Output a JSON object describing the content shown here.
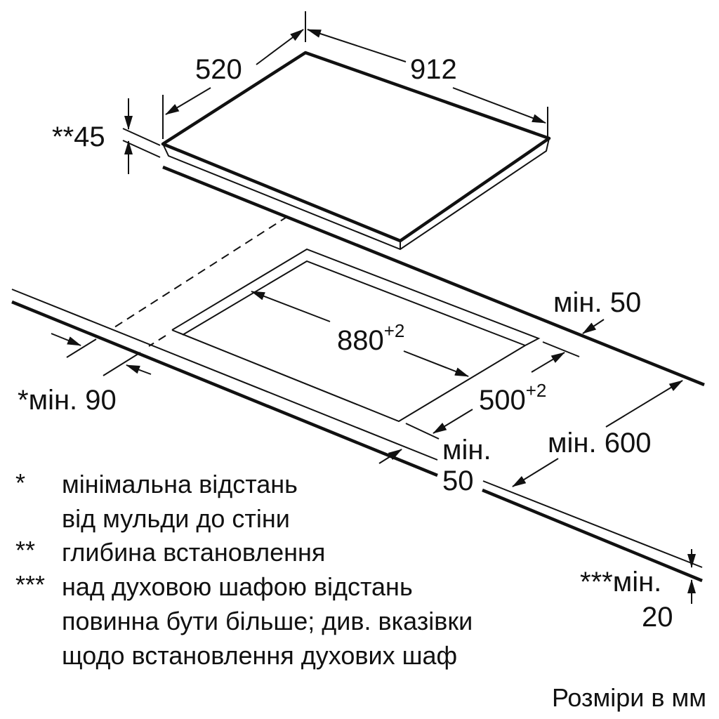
{
  "dimensions": {
    "hob_depth": "520",
    "hob_width": "912",
    "install_depth": "**45",
    "back_clearance": "мін. 50",
    "cutout_width": "880",
    "cutout_width_tol": "+2",
    "cutout_depth": "500",
    "cutout_depth_tol": "+2",
    "wall_clearance": "*мін. 90",
    "front_clearance_label": "мін.",
    "front_clearance_value": "50",
    "counter_depth": "мін. 600",
    "oven_gap_label": "***мін.",
    "oven_gap_value": "20"
  },
  "notes": [
    {
      "marker": "*",
      "lines": [
        "мінімальна відстань",
        "від мульди до стіни"
      ]
    },
    {
      "marker": "**",
      "lines": [
        "глибина встановлення"
      ]
    },
    {
      "marker": "***",
      "lines": [
        "над духовою шафою відстань",
        "повинна бути більше; див. вказівки",
        "щодо встановлення духових шаф"
      ]
    }
  ],
  "units_note": "Розміри в мм"
}
